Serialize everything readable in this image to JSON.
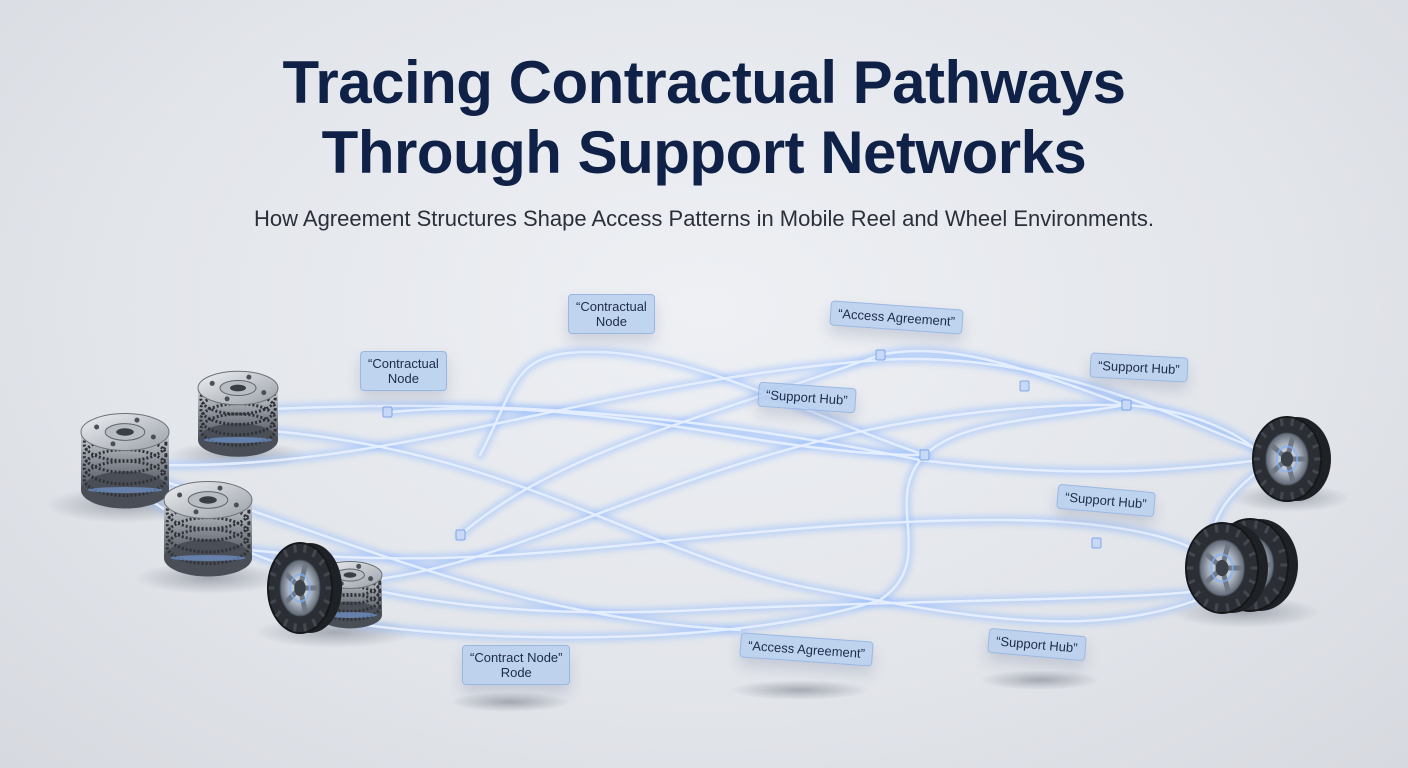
{
  "title": {
    "line1": "Tracing Contractual Pathways",
    "line2": "Through Support Networks"
  },
  "subtitle": "How Agreement Structures Shape Access Patterns in Mobile Reel and Wheel Environments.",
  "labels": [
    {
      "id": "contractual-node-top",
      "lines": [
        "“Contractual",
        "Node"
      ]
    },
    {
      "id": "contractual-node-left",
      "lines": [
        "“Contractual",
        "Node"
      ]
    },
    {
      "id": "access-agreement-top",
      "lines": [
        "“Access Agreement”"
      ]
    },
    {
      "id": "support-hub-top-right",
      "lines": [
        "“Support Hub”"
      ]
    },
    {
      "id": "support-hub-center",
      "lines": [
        "“Support Hub”"
      ]
    },
    {
      "id": "support-hub-right",
      "lines": [
        "“Support Hub”"
      ]
    },
    {
      "id": "contract-node-bottom",
      "lines": [
        "“Contract Node”",
        "Rode"
      ]
    },
    {
      "id": "access-agreement-bottom",
      "lines": [
        "“Access Agreement”"
      ]
    },
    {
      "id": "support-hub-bottom-right",
      "lines": [
        "“Support Hub”"
      ]
    }
  ],
  "colors": {
    "title": "#0f2147",
    "path_glow": "#9cc2ff",
    "path_core": "#dce9ff",
    "label_bg": "#b4cdee"
  },
  "icons": {
    "reel": "cable-reel-icon",
    "wheel": "tire-wheel-icon",
    "junction": "junction-cube-icon"
  }
}
